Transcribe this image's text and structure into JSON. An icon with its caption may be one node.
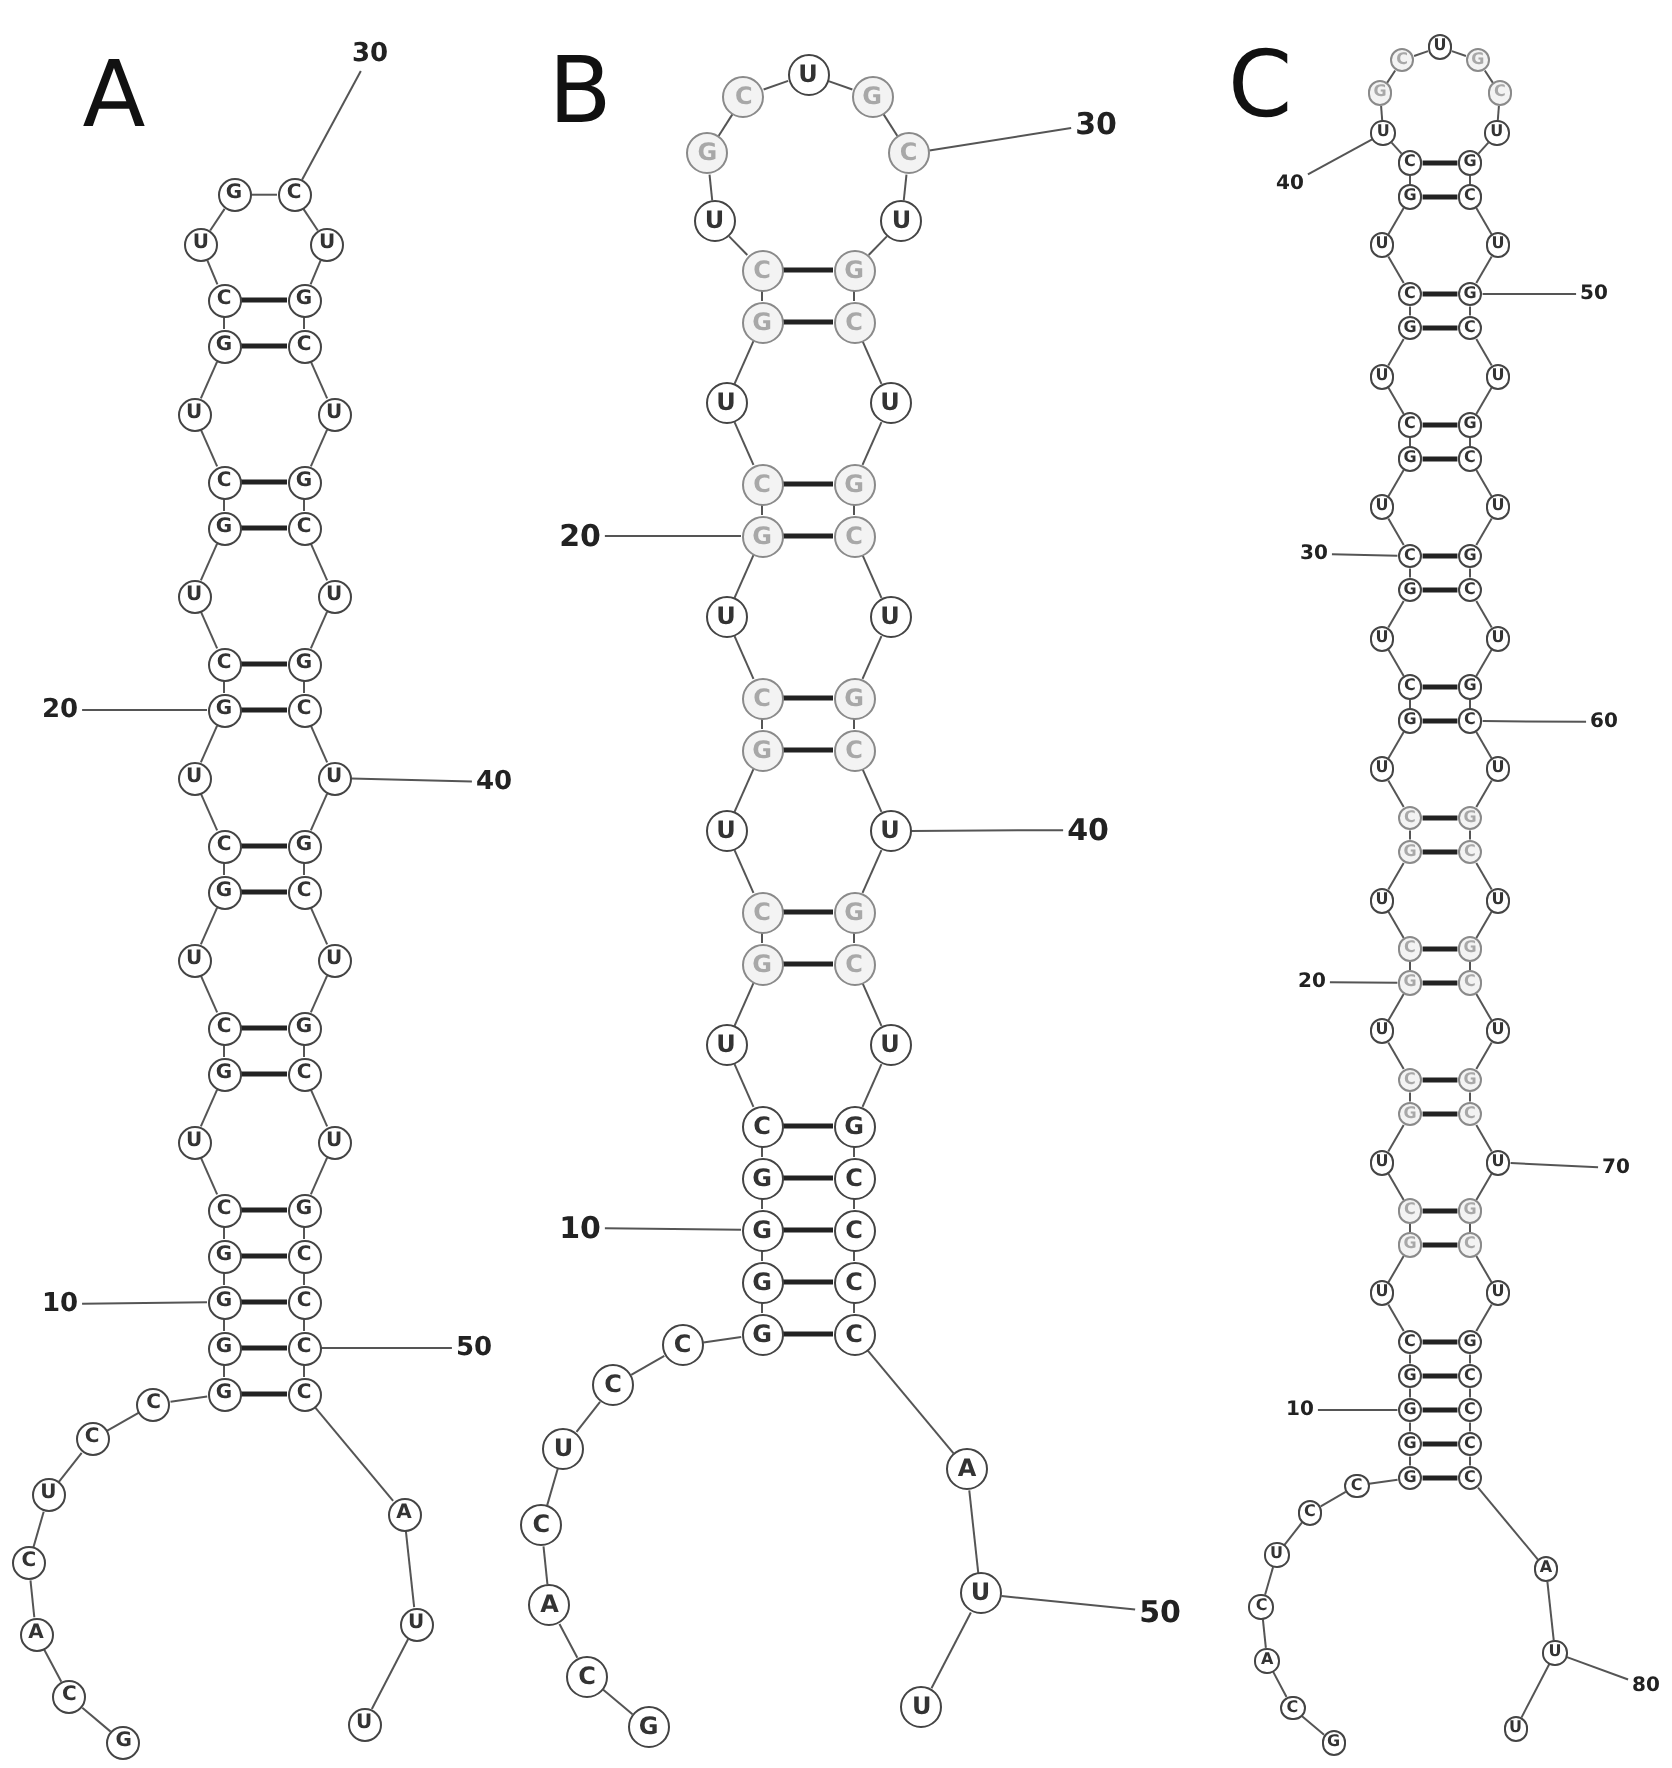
{
  "diagram": {
    "nodes": [
      {
        "text": [
          "G"
        ]
      },
      {
        "text": [
          "C"
        ]
      },
      {
        "text": [
          "A"
        ]
      },
      {
        "text": [
          "C"
        ]
      },
      {
        "text": [
          "U"
        ]
      },
      {
        "text": [
          "C"
        ]
      },
      {
        "text": [
          "C"
        ]
      },
      {
        "text": [
          "G"
        ]
      },
      {
        "text": [
          "G"
        ]
      },
      {
        "text": [
          "G"
        ]
      },
      {
        "text": [
          "G"
        ]
      },
      {
        "text": [
          "C"
        ]
      },
      {
        "text": [
          "U"
        ]
      },
      {
        "text": [
          "G"
        ]
      },
      {
        "text": [
          "C"
        ]
      },
      {
        "text": [
          "U"
        ]
      },
      {
        "text": [
          "G"
        ]
      },
      {
        "text": [
          "C"
        ]
      },
      {
        "text": [
          "U"
        ]
      },
      {
        "text": [
          "G"
        ]
      },
      {
        "text": [
          "C"
        ]
      },
      {
        "text": [
          "U"
        ]
      },
      {
        "text": [
          "G"
        ]
      },
      {
        "text": [
          "C"
        ]
      },
      {
        "text": [
          "U"
        ]
      },
      {
        "text": [
          "G"
        ]
      },
      {
        "text": [
          "C"
        ]
      },
      {
        "text": [
          "U"
        ]
      },
      {
        "text": [
          "G"
        ]
      },
      {
        "text": [
          "C"
        ]
      },
      {
        "text": [
          "U"
        ]
      },
      {
        "text": [
          "G"
        ]
      },
      {
        "text": [
          "C"
        ]
      },
      {
        "text": [
          "U"
        ]
      },
      {
        "text": [
          "G"
        ]
      },
      {
        "text": [
          "C"
        ]
      },
      {
        "text": [
          "U"
        ]
      },
      {
        "text": [
          "G"
        ]
      },
      {
        "text": [
          "C"
        ]
      },
      {
        "text": [
          "U"
        ]
      },
      {
        "text": [
          "G"
        ]
      },
      {
        "text": [
          "C"
        ]
      },
      {
        "text": [
          "U"
        ]
      },
      {
        "text": [
          "G"
        ]
      },
      {
        "text": [
          "C"
        ]
      },
      {
        "text": [
          "U"
        ]
      },
      {
        "text": [
          "G"
        ]
      },
      {
        "text": [
          "C"
        ]
      },
      {
        "text": [
          "C"
        ]
      },
      {
        "text": [
          "C"
        ]
      },
      {
        "text": [
          "C"
        ]
      },
      {
        "text": [
          "A"
        ]
      },
      {
        "text": [
          "U"
        ]
      },
      {
        "text": [
          "U"
        ]
      },
      {
        "text": [
          "30"
        ]
      },
      {
        "text": [
          "20"
        ]
      },
      {
        "text": [
          "40"
        ]
      },
      {
        "text": [
          "10"
        ]
      },
      {
        "text": [
          "50"
        ]
      },
      {
        "text": [
          "G"
        ]
      },
      {
        "text": [
          "C"
        ]
      },
      {
        "text": [
          "A"
        ]
      },
      {
        "text": [
          "C"
        ]
      },
      {
        "text": [
          "U"
        ]
      },
      {
        "text": [
          "C"
        ]
      },
      {
        "text": [
          "C"
        ]
      },
      {
        "text": [
          "G"
        ]
      },
      {
        "text": [
          "G"
        ]
      },
      {
        "text": [
          "G"
        ]
      },
      {
        "text": [
          "G"
        ]
      },
      {
        "text": [
          "C"
        ]
      },
      {
        "text": [
          "U"
        ]
      },
      {
        "text": [
          "G"
        ]
      },
      {
        "text": [
          "C"
        ]
      },
      {
        "text": [
          "U"
        ]
      },
      {
        "text": [
          "G"
        ]
      },
      {
        "text": [
          "C"
        ]
      },
      {
        "text": [
          "U"
        ]
      },
      {
        "text": [
          "G"
        ]
      },
      {
        "text": [
          "C"
        ]
      },
      {
        "text": [
          "U"
        ]
      },
      {
        "text": [
          "G"
        ]
      },
      {
        "text": [
          "C"
        ]
      },
      {
        "text": [
          "U"
        ]
      },
      {
        "text": [
          "G"
        ]
      },
      {
        "text": [
          "C"
        ]
      },
      {
        "text": [
          "U"
        ]
      },
      {
        "text": [
          "G"
        ]
      },
      {
        "text": [
          "C"
        ]
      },
      {
        "text": [
          "U"
        ]
      },
      {
        "text": [
          "G"
        ]
      },
      {
        "text": [
          "C"
        ]
      },
      {
        "text": [
          "U"
        ]
      },
      {
        "text": [
          "G"
        ]
      },
      {
        "text": [
          "C"
        ]
      },
      {
        "text": [
          "U"
        ]
      },
      {
        "text": [
          "G"
        ]
      },
      {
        "text": [
          "C"
        ]
      },
      {
        "text": [
          "U"
        ]
      },
      {
        "text": [
          "G"
        ]
      },
      {
        "text": [
          "C"
        ]
      },
      {
        "text": [
          "U"
        ]
      },
      {
        "text": [
          "G"
        ]
      },
      {
        "text": [
          "C"
        ]
      },
      {
        "text": [
          "C"
        ]
      },
      {
        "text": [
          "C"
        ]
      },
      {
        "text": [
          "C"
        ]
      },
      {
        "text": [
          "A"
        ]
      },
      {
        "text": [
          "U"
        ]
      },
      {
        "text": [
          "U"
        ]
      },
      {
        "text": [
          "30"
        ]
      },
      {
        "text": [
          "20"
        ]
      },
      {
        "text": [
          "40"
        ]
      },
      {
        "text": [
          "10"
        ]
      },
      {
        "text": [
          "50"
        ]
      },
      {
        "text": [
          "G"
        ]
      },
      {
        "text": [
          "C"
        ]
      },
      {
        "text": [
          "A"
        ]
      },
      {
        "text": [
          "C"
        ]
      },
      {
        "text": [
          "U"
        ]
      },
      {
        "text": [
          "C"
        ]
      },
      {
        "text": [
          "C"
        ]
      },
      {
        "text": [
          "G"
        ]
      },
      {
        "text": [
          "G"
        ]
      },
      {
        "text": [
          "G"
        ]
      },
      {
        "text": [
          "G"
        ]
      },
      {
        "text": [
          "C"
        ]
      },
      {
        "text": [
          "U"
        ]
      },
      {
        "text": [
          "G"
        ]
      },
      {
        "text": [
          "C"
        ]
      },
      {
        "text": [
          "U"
        ]
      },
      {
        "text": [
          "G"
        ]
      },
      {
        "text": [
          "C"
        ]
      },
      {
        "text": [
          "U"
        ]
      },
      {
        "text": [
          "G"
        ]
      },
      {
        "text": [
          "C"
        ]
      },
      {
        "text": [
          "U"
        ]
      },
      {
        "text": [
          "G"
        ]
      },
      {
        "text": [
          "C"
        ]
      },
      {
        "text": [
          "U"
        ]
      },
      {
        "text": [
          "G"
        ]
      },
      {
        "text": [
          "C"
        ]
      },
      {
        "text": [
          "U"
        ]
      },
      {
        "text": [
          "G"
        ]
      },
      {
        "text": [
          "C"
        ]
      },
      {
        "text": [
          "U"
        ]
      },
      {
        "text": [
          "G"
        ]
      },
      {
        "text": [
          "C"
        ]
      },
      {
        "text": [
          "U"
        ]
      },
      {
        "text": [
          "G"
        ]
      },
      {
        "text": [
          "C"
        ]
      },
      {
        "text": [
          "U"
        ]
      },
      {
        "text": [
          "G"
        ]
      },
      {
        "text": [
          "C"
        ]
      },
      {
        "text": [
          "U"
        ]
      },
      {
        "text": [
          "G"
        ]
      },
      {
        "text": [
          "C"
        ]
      },
      {
        "text": [
          "U"
        ]
      },
      {
        "text": [
          "G"
        ]
      },
      {
        "text": [
          "C"
        ]
      },
      {
        "text": [
          "U"
        ]
      },
      {
        "text": [
          "G"
        ]
      },
      {
        "text": [
          "C"
        ]
      },
      {
        "text": [
          "U"
        ]
      },
      {
        "text": [
          "G"
        ]
      },
      {
        "text": [
          "C"
        ]
      },
      {
        "text": [
          "U"
        ]
      },
      {
        "text": [
          "G"
        ]
      },
      {
        "text": [
          "C"
        ]
      },
      {
        "text": [
          "U"
        ]
      },
      {
        "text": [
          "G"
        ]
      },
      {
        "text": [
          "C"
        ]
      },
      {
        "text": [
          "U"
        ]
      },
      {
        "text": [
          "G"
        ]
      },
      {
        "text": [
          "C"
        ]
      },
      {
        "text": [
          "U"
        ]
      },
      {
        "text": [
          "G"
        ]
      },
      {
        "text": [
          "C"
        ]
      },
      {
        "text": [
          "U"
        ]
      },
      {
        "text": [
          "G"
        ]
      },
      {
        "text": [
          "C"
        ]
      },
      {
        "text": [
          "U"
        ]
      },
      {
        "text": [
          "G"
        ]
      },
      {
        "text": [
          "C"
        ]
      },
      {
        "text": [
          "U"
        ]
      },
      {
        "text": [
          "G"
        ]
      },
      {
        "text": [
          "C"
        ]
      },
      {
        "text": [
          "U"
        ]
      },
      {
        "text": [
          "G"
        ]
      },
      {
        "text": [
          "C"
        ]
      },
      {
        "text": [
          "C"
        ]
      },
      {
        "text": [
          "C"
        ]
      },
      {
        "text": [
          "C"
        ]
      },
      {
        "text": [
          "A"
        ]
      },
      {
        "text": [
          "U"
        ]
      },
      {
        "text": [
          "U"
        ]
      },
      {
        "text": [
          "40"
        ]
      },
      {
        "text": [
          "50"
        ]
      },
      {
        "text": [
          "30"
        ]
      },
      {
        "text": [
          "60"
        ]
      },
      {
        "text": [
          "20"
        ]
      },
      {
        "text": [
          "70"
        ]
      },
      {
        "text": [
          "10"
        ]
      },
      {
        "text": [
          "80"
        ]
      }
    ],
    "edges": [
      {
        "from": 0,
        "to": 1,
        "arrow": "none"
      },
      {
        "from": 1,
        "to": 2,
        "arrow": "none"
      },
      {
        "from": 2,
        "to": 3,
        "arrow": "none"
      },
      {
        "from": 3,
        "to": 4,
        "arrow": "none"
      },
      {
        "from": 4,
        "to": 5,
        "arrow": "none"
      },
      {
        "from": 5,
        "to": 6,
        "arrow": "none"
      },
      {
        "from": 6,
        "to": 7,
        "arrow": "none"
      },
      {
        "from": 7,
        "to": 8,
        "arrow": "none"
      },
      {
        "from": 8,
        "to": 9,
        "arrow": "none"
      },
      {
        "from": 9,
        "to": 10,
        "arrow": "none"
      },
      {
        "from": 10,
        "to": 11,
        "arrow": "none"
      },
      {
        "from": 11,
        "to": 12,
        "arrow": "none"
      },
      {
        "from": 12,
        "to": 13,
        "arrow": "none"
      },
      {
        "from": 13,
        "to": 14,
        "arrow": "none"
      },
      {
        "from": 14,
        "to": 15,
        "arrow": "none"
      },
      {
        "from": 15,
        "to": 16,
        "arrow": "none"
      },
      {
        "from": 16,
        "to": 17,
        "arrow": "none"
      },
      {
        "from": 17,
        "to": 18,
        "arrow": "none"
      },
      {
        "from": 18,
        "to": 19,
        "arrow": "none"
      },
      {
        "from": 19,
        "to": 20,
        "arrow": "none"
      },
      {
        "from": 20,
        "to": 21,
        "arrow": "none"
      },
      {
        "from": 21,
        "to": 22,
        "arrow": "none"
      },
      {
        "from": 22,
        "to": 23,
        "arrow": "none"
      },
      {
        "from": 23,
        "to": 24,
        "arrow": "none"
      },
      {
        "from": 24,
        "to": 25,
        "arrow": "none"
      },
      {
        "from": 25,
        "to": 26,
        "arrow": "none"
      },
      {
        "from": 26,
        "to": 27,
        "arrow": "none"
      },
      {
        "from": 27,
        "to": 28,
        "arrow": "none"
      },
      {
        "from": 28,
        "to": 29,
        "arrow": "none"
      },
      {
        "from": 29,
        "to": 30,
        "arrow": "none"
      },
      {
        "from": 30,
        "to": 31,
        "arrow": "none"
      },
      {
        "from": 31,
        "to": 32,
        "arrow": "none"
      },
      {
        "from": 32,
        "to": 33,
        "arrow": "none"
      },
      {
        "from": 33,
        "to": 34,
        "arrow": "none"
      },
      {
        "from": 34,
        "to": 35,
        "arrow": "none"
      },
      {
        "from": 35,
        "to": 36,
        "arrow": "none"
      },
      {
        "from": 36,
        "to": 37,
        "arrow": "none"
      },
      {
        "from": 37,
        "to": 38,
        "arrow": "none"
      },
      {
        "from": 38,
        "to": 39,
        "arrow": "none"
      },
      {
        "from": 39,
        "to": 40,
        "arrow": "none"
      },
      {
        "from": 40,
        "to": 41,
        "arrow": "none"
      },
      {
        "from": 41,
        "to": 42,
        "arrow": "none"
      },
      {
        "from": 42,
        "to": 43,
        "arrow": "none"
      },
      {
        "from": 43,
        "to": 44,
        "arrow": "none"
      },
      {
        "from": 44,
        "to": 45,
        "arrow": "none"
      },
      {
        "from": 45,
        "to": 46,
        "arrow": "none"
      },
      {
        "from": 46,
        "to": 47,
        "arrow": "none"
      },
      {
        "from": 47,
        "to": 48,
        "arrow": "none"
      },
      {
        "from": 48,
        "to": 49,
        "arrow": "none"
      },
      {
        "from": 49,
        "to": 50,
        "arrow": "none"
      },
      {
        "from": 50,
        "to": 51,
        "arrow": "none"
      },
      {
        "from": 51,
        "to": 52,
        "arrow": "none"
      },
      {
        "from": 52,
        "to": 53,
        "arrow": "none"
      },
      {
        "from": 26,
        "to": 31,
        "arrow": "none",
        "style": "thick"
      },
      {
        "from": 25,
        "to": 32,
        "arrow": "none",
        "style": "thick"
      },
      {
        "from": 23,
        "to": 34,
        "arrow": "none",
        "style": "thick"
      },
      {
        "from": 22,
        "to": 35,
        "arrow": "none",
        "style": "thick"
      },
      {
        "from": 20,
        "to": 37,
        "arrow": "none",
        "style": "thick"
      },
      {
        "from": 19,
        "to": 38,
        "arrow": "none",
        "style": "thick"
      },
      {
        "from": 17,
        "to": 40,
        "arrow": "none",
        "style": "thick"
      },
      {
        "from": 16,
        "to": 41,
        "arrow": "none",
        "style": "thick"
      },
      {
        "from": 14,
        "to": 43,
        "arrow": "none",
        "style": "thick"
      },
      {
        "from": 13,
        "to": 44,
        "arrow": "none",
        "style": "thick"
      },
      {
        "from": 11,
        "to": 46,
        "arrow": "none",
        "style": "thick"
      },
      {
        "from": 10,
        "to": 47,
        "arrow": "none",
        "style": "thick"
      },
      {
        "from": 9,
        "to": 48,
        "arrow": "none",
        "style": "thick"
      },
      {
        "from": 8,
        "to": 49,
        "arrow": "none",
        "style": "thick"
      },
      {
        "from": 7,
        "to": 50,
        "arrow": "none",
        "style": "thick"
      },
      {
        "from": 54,
        "to": 29,
        "arrow": "none"
      },
      {
        "from": 55,
        "to": 19,
        "arrow": "none"
      },
      {
        "from": 56,
        "to": 39,
        "arrow": "none"
      },
      {
        "from": 57,
        "to": 9,
        "arrow": "none"
      },
      {
        "from": 58,
        "to": 49,
        "arrow": "none"
      },
      {
        "from": 59,
        "to": 60,
        "arrow": "none"
      },
      {
        "from": 60,
        "to": 61,
        "arrow": "none"
      },
      {
        "from": 61,
        "to": 62,
        "arrow": "none"
      },
      {
        "from": 62,
        "to": 63,
        "arrow": "none"
      },
      {
        "from": 63,
        "to": 64,
        "arrow": "none"
      },
      {
        "from": 64,
        "to": 65,
        "arrow": "none"
      },
      {
        "from": 65,
        "to": 66,
        "arrow": "none"
      },
      {
        "from": 66,
        "to": 67,
        "arrow": "none"
      },
      {
        "from": 67,
        "to": 68,
        "arrow": "none"
      },
      {
        "from": 68,
        "to": 69,
        "arrow": "none"
      },
      {
        "from": 69,
        "to": 70,
        "arrow": "none"
      },
      {
        "from": 70,
        "to": 71,
        "arrow": "none"
      },
      {
        "from": 71,
        "to": 72,
        "arrow": "none"
      },
      {
        "from": 72,
        "to": 73,
        "arrow": "none"
      },
      {
        "from": 73,
        "to": 74,
        "arrow": "none"
      },
      {
        "from": 74,
        "to": 75,
        "arrow": "none"
      },
      {
        "from": 75,
        "to": 76,
        "arrow": "none"
      },
      {
        "from": 76,
        "to": 77,
        "arrow": "none"
      },
      {
        "from": 77,
        "to": 78,
        "arrow": "none"
      },
      {
        "from": 78,
        "to": 79,
        "arrow": "none"
      },
      {
        "from": 79,
        "to": 80,
        "arrow": "none"
      },
      {
        "from": 80,
        "to": 81,
        "arrow": "none"
      },
      {
        "from": 81,
        "to": 82,
        "arrow": "none"
      },
      {
        "from": 82,
        "to": 83,
        "arrow": "none"
      },
      {
        "from": 83,
        "to": 84,
        "arrow": "none"
      },
      {
        "from": 84,
        "to": 85,
        "arrow": "none"
      },
      {
        "from": 85,
        "to": 86,
        "arrow": "none"
      },
      {
        "from": 86,
        "to": 87,
        "arrow": "none"
      },
      {
        "from": 87,
        "to": 88,
        "arrow": "none"
      },
      {
        "from": 88,
        "to": 89,
        "arrow": "none"
      },
      {
        "from": 89,
        "to": 90,
        "arrow": "none"
      },
      {
        "from": 90,
        "to": 91,
        "arrow": "none"
      },
      {
        "from": 91,
        "to": 92,
        "arrow": "none"
      },
      {
        "from": 92,
        "to": 93,
        "arrow": "none"
      },
      {
        "from": 93,
        "to": 94,
        "arrow": "none"
      },
      {
        "from": 94,
        "to": 95,
        "arrow": "none"
      },
      {
        "from": 95,
        "to": 96,
        "arrow": "none"
      },
      {
        "from": 96,
        "to": 97,
        "arrow": "none"
      },
      {
        "from": 97,
        "to": 98,
        "arrow": "none"
      },
      {
        "from": 98,
        "to": 99,
        "arrow": "none"
      },
      {
        "from": 99,
        "to": 100,
        "arrow": "none"
      },
      {
        "from": 100,
        "to": 101,
        "arrow": "none"
      },
      {
        "from": 101,
        "to": 102,
        "arrow": "none"
      },
      {
        "from": 102,
        "to": 103,
        "arrow": "none"
      },
      {
        "from": 103,
        "to": 104,
        "arrow": "none"
      },
      {
        "from": 104,
        "to": 105,
        "arrow": "none"
      },
      {
        "from": 105,
        "to": 106,
        "arrow": "none"
      },
      {
        "from": 106,
        "to": 107,
        "arrow": "none"
      },
      {
        "from": 107,
        "to": 108,
        "arrow": "none"
      },
      {
        "from": 108,
        "to": 109,
        "arrow": "none"
      },
      {
        "from": 82,
        "to": 90,
        "arrow": "none",
        "style": "thick"
      },
      {
        "from": 81,
        "to": 91,
        "arrow": "none",
        "style": "thick"
      },
      {
        "from": 79,
        "to": 93,
        "arrow": "none",
        "style": "thick"
      },
      {
        "from": 78,
        "to": 94,
        "arrow": "none",
        "style": "thick"
      },
      {
        "from": 76,
        "to": 96,
        "arrow": "none",
        "style": "thick"
      },
      {
        "from": 75,
        "to": 97,
        "arrow": "none",
        "style": "thick"
      },
      {
        "from": 73,
        "to": 99,
        "arrow": "none",
        "style": "thick"
      },
      {
        "from": 72,
        "to": 100,
        "arrow": "none",
        "style": "thick"
      },
      {
        "from": 70,
        "to": 102,
        "arrow": "none",
        "style": "thick"
      },
      {
        "from": 69,
        "to": 103,
        "arrow": "none",
        "style": "thick"
      },
      {
        "from": 68,
        "to": 104,
        "arrow": "none",
        "style": "thick"
      },
      {
        "from": 67,
        "to": 105,
        "arrow": "none",
        "style": "thick"
      },
      {
        "from": 66,
        "to": 106,
        "arrow": "none",
        "style": "thick"
      },
      {
        "from": 110,
        "to": 88,
        "arrow": "none"
      },
      {
        "from": 111,
        "to": 78,
        "arrow": "none"
      },
      {
        "from": 112,
        "to": 98,
        "arrow": "none"
      },
      {
        "from": 113,
        "to": 68,
        "arrow": "none"
      },
      {
        "from": 114,
        "to": 108,
        "arrow": "none"
      },
      {
        "from": 115,
        "to": 116,
        "arrow": "none"
      },
      {
        "from": 116,
        "to": 117,
        "arrow": "none"
      },
      {
        "from": 117,
        "to": 118,
        "arrow": "none"
      },
      {
        "from": 118,
        "to": 119,
        "arrow": "none"
      },
      {
        "from": 119,
        "to": 120,
        "arrow": "none"
      },
      {
        "from": 120,
        "to": 121,
        "arrow": "none"
      },
      {
        "from": 121,
        "to": 122,
        "arrow": "none"
      },
      {
        "from": 122,
        "to": 123,
        "arrow": "none"
      },
      {
        "from": 123,
        "to": 124,
        "arrow": "none"
      },
      {
        "from": 124,
        "to": 125,
        "arrow": "none"
      },
      {
        "from": 125,
        "to": 126,
        "arrow": "none"
      },
      {
        "from": 126,
        "to": 127,
        "arrow": "none"
      },
      {
        "from": 127,
        "to": 128,
        "arrow": "none"
      },
      {
        "from": 128,
        "to": 129,
        "arrow": "none"
      },
      {
        "from": 129,
        "to": 130,
        "arrow": "none"
      },
      {
        "from": 130,
        "to": 131,
        "arrow": "none"
      },
      {
        "from": 131,
        "to": 132,
        "arrow": "none"
      },
      {
        "from": 132,
        "to": 133,
        "arrow": "none"
      },
      {
        "from": 133,
        "to": 134,
        "arrow": "none"
      },
      {
        "from": 134,
        "to": 135,
        "arrow": "none"
      },
      {
        "from": 135,
        "to": 136,
        "arrow": "none"
      },
      {
        "from": 136,
        "to": 137,
        "arrow": "none"
      },
      {
        "from": 137,
        "to": 138,
        "arrow": "none"
      },
      {
        "from": 138,
        "to": 139,
        "arrow": "none"
      },
      {
        "from": 139,
        "to": 140,
        "arrow": "none"
      },
      {
        "from": 140,
        "to": 141,
        "arrow": "none"
      },
      {
        "from": 141,
        "to": 142,
        "arrow": "none"
      },
      {
        "from": 142,
        "to": 143,
        "arrow": "none"
      },
      {
        "from": 143,
        "to": 144,
        "arrow": "none"
      },
      {
        "from": 144,
        "to": 145,
        "arrow": "none"
      },
      {
        "from": 145,
        "to": 146,
        "arrow": "none"
      },
      {
        "from": 146,
        "to": 147,
        "arrow": "none"
      },
      {
        "from": 147,
        "to": 148,
        "arrow": "none"
      },
      {
        "from": 148,
        "to": 149,
        "arrow": "none"
      },
      {
        "from": 149,
        "to": 150,
        "arrow": "none"
      },
      {
        "from": 150,
        "to": 151,
        "arrow": "none"
      },
      {
        "from": 151,
        "to": 152,
        "arrow": "none"
      },
      {
        "from": 152,
        "to": 153,
        "arrow": "none"
      },
      {
        "from": 153,
        "to": 154,
        "arrow": "none"
      },
      {
        "from": 154,
        "to": 155,
        "arrow": "none"
      },
      {
        "from": 155,
        "to": 156,
        "arrow": "none"
      },
      {
        "from": 156,
        "to": 157,
        "arrow": "none"
      },
      {
        "from": 157,
        "to": 158,
        "arrow": "none"
      },
      {
        "from": 158,
        "to": 159,
        "arrow": "none"
      },
      {
        "from": 159,
        "to": 160,
        "arrow": "none"
      },
      {
        "from": 160,
        "to": 161,
        "arrow": "none"
      },
      {
        "from": 161,
        "to": 162,
        "arrow": "none"
      },
      {
        "from": 162,
        "to": 163,
        "arrow": "none"
      },
      {
        "from": 163,
        "to": 164,
        "arrow": "none"
      },
      {
        "from": 164,
        "to": 165,
        "arrow": "none"
      },
      {
        "from": 165,
        "to": 166,
        "arrow": "none"
      },
      {
        "from": 166,
        "to": 167,
        "arrow": "none"
      },
      {
        "from": 167,
        "to": 168,
        "arrow": "none"
      },
      {
        "from": 168,
        "to": 169,
        "arrow": "none"
      },
      {
        "from": 169,
        "to": 170,
        "arrow": "none"
      },
      {
        "from": 170,
        "to": 171,
        "arrow": "none"
      },
      {
        "from": 171,
        "to": 172,
        "arrow": "none"
      },
      {
        "from": 172,
        "to": 173,
        "arrow": "none"
      },
      {
        "from": 173,
        "to": 174,
        "arrow": "none"
      },
      {
        "from": 174,
        "to": 175,
        "arrow": "none"
      },
      {
        "from": 175,
        "to": 176,
        "arrow": "none"
      },
      {
        "from": 176,
        "to": 177,
        "arrow": "none"
      },
      {
        "from": 177,
        "to": 178,
        "arrow": "none"
      },
      {
        "from": 178,
        "to": 179,
        "arrow": "none"
      },
      {
        "from": 179,
        "to": 180,
        "arrow": "none"
      },
      {
        "from": 180,
        "to": 181,
        "arrow": "none"
      },
      {
        "from": 181,
        "to": 182,
        "arrow": "none"
      },
      {
        "from": 182,
        "to": 183,
        "arrow": "none"
      },
      {
        "from": 183,
        "to": 184,
        "arrow": "none"
      },
      {
        "from": 184,
        "to": 185,
        "arrow": "none"
      },
      {
        "from": 185,
        "to": 186,
        "arrow": "none"
      },
      {
        "from": 186,
        "to": 187,
        "arrow": "none"
      },
      {
        "from": 187,
        "to": 188,
        "arrow": "none"
      },
      {
        "from": 188,
        "to": 189,
        "arrow": "none"
      },
      {
        "from": 189,
        "to": 190,
        "arrow": "none"
      },
      {
        "from": 190,
        "to": 191,
        "arrow": "none"
      },
      {
        "from": 191,
        "to": 192,
        "arrow": "none"
      },
      {
        "from": 192,
        "to": 193,
        "arrow": "none"
      },
      {
        "from": 193,
        "to": 194,
        "arrow": "none"
      },
      {
        "from": 194,
        "to": 195,
        "arrow": "none"
      },
      {
        "from": 122,
        "to": 192,
        "arrow": "none",
        "style": "thick"
      },
      {
        "from": 123,
        "to": 191,
        "arrow": "none",
        "style": "thick"
      },
      {
        "from": 124,
        "to": 190,
        "arrow": "none",
        "style": "thick"
      },
      {
        "from": 125,
        "to": 189,
        "arrow": "none",
        "style": "thick"
      },
      {
        "from": 126,
        "to": 188,
        "arrow": "none",
        "style": "thick"
      },
      {
        "from": 128,
        "to": 186,
        "arrow": "none",
        "style": "thick"
      },
      {
        "from": 129,
        "to": 185,
        "arrow": "none",
        "style": "thick"
      },
      {
        "from": 131,
        "to": 183,
        "arrow": "none",
        "style": "thick"
      },
      {
        "from": 132,
        "to": 182,
        "arrow": "none",
        "style": "thick"
      },
      {
        "from": 134,
        "to": 180,
        "arrow": "none",
        "style": "thick"
      },
      {
        "from": 135,
        "to": 179,
        "arrow": "none",
        "style": "thick"
      },
      {
        "from": 137,
        "to": 177,
        "arrow": "none",
        "style": "thick"
      },
      {
        "from": 138,
        "to": 176,
        "arrow": "none",
        "style": "thick"
      },
      {
        "from": 140,
        "to": 174,
        "arrow": "none",
        "style": "thick"
      },
      {
        "from": 141,
        "to": 173,
        "arrow": "none",
        "style": "thick"
      },
      {
        "from": 143,
        "to": 171,
        "arrow": "none",
        "style": "thick"
      },
      {
        "from": 144,
        "to": 170,
        "arrow": "none",
        "style": "thick"
      },
      {
        "from": 146,
        "to": 168,
        "arrow": "none",
        "style": "thick"
      },
      {
        "from": 147,
        "to": 167,
        "arrow": "none",
        "style": "thick"
      },
      {
        "from": 149,
        "to": 165,
        "arrow": "none",
        "style": "thick"
      },
      {
        "from": 150,
        "to": 164,
        "arrow": "none",
        "style": "thick"
      },
      {
        "from": 152,
        "to": 162,
        "arrow": "none",
        "style": "thick"
      },
      {
        "from": 153,
        "to": 161,
        "arrow": "none",
        "style": "thick"
      },
      {
        "from": 196,
        "to": 154,
        "arrow": "none"
      },
      {
        "from": 197,
        "to": 164,
        "arrow": "none"
      },
      {
        "from": 198,
        "to": 144,
        "arrow": "none"
      },
      {
        "from": 199,
        "to": 174,
        "arrow": "none"
      },
      {
        "from": 200,
        "to": 134,
        "arrow": "none"
      },
      {
        "from": 201,
        "to": 184,
        "arrow": "none"
      },
      {
        "from": 202,
        "to": 124,
        "arrow": "none"
      },
      {
        "from": 203,
        "to": 194,
        "arrow": "none"
      }
    ],
    "labels": [
      "A",
      "B",
      "C"
    ]
  }
}
